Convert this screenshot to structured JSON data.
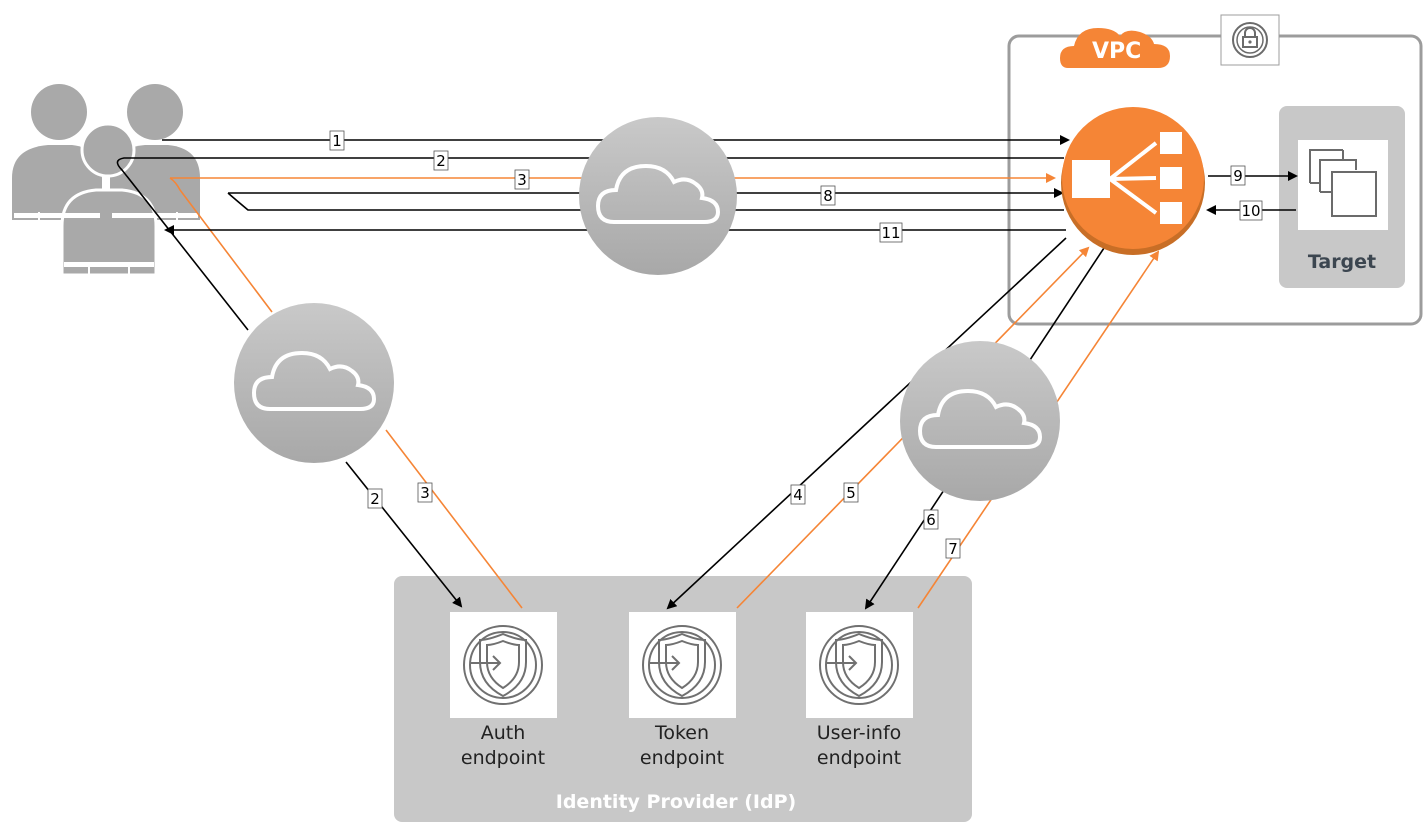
{
  "vpc": {
    "label": "VPC"
  },
  "target": {
    "label": "Target"
  },
  "idp": {
    "label": "Identity Provider (IdP)",
    "endpoints": [
      {
        "line1": "Auth",
        "line2": "endpoint"
      },
      {
        "line1": "Token",
        "line2": "endpoint"
      },
      {
        "line1": "User-info",
        "line2": "endpoint"
      }
    ]
  },
  "steps": [
    "1",
    "2",
    "3",
    "8",
    "11",
    "9",
    "10",
    "2",
    "3",
    "4",
    "5",
    "6",
    "7"
  ],
  "colors": {
    "orange": "#f58536",
    "black": "#000000",
    "grey": "#bfbfbf",
    "panel": "#c8c8c8"
  },
  "icons": [
    "users-icon",
    "internet-cloud-icon",
    "load-balancer-icon",
    "target-instances-icon",
    "lock-icon",
    "shield-sign-in-icon"
  ]
}
